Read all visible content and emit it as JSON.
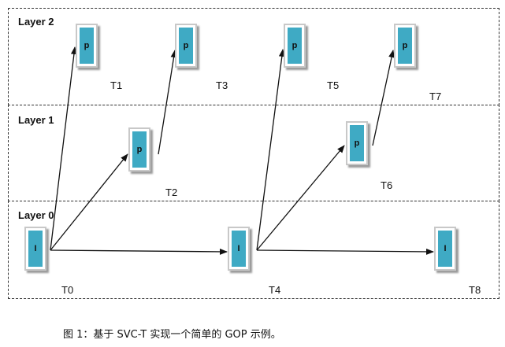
{
  "layers": {
    "layer2": "Layer 2",
    "layer1": "Layer 1",
    "layer0": "Layer 0"
  },
  "frames": {
    "f_t1": "p",
    "f_t3": "p",
    "f_t5": "p",
    "f_t7": "p",
    "f_t2": "p",
    "f_t6": "p",
    "f_t0": "I",
    "f_t4": "I",
    "f_t8": "I"
  },
  "time_labels": {
    "t0": "T0",
    "t1": "T1",
    "t2": "T2",
    "t3": "T3",
    "t4": "T4",
    "t5": "T5",
    "t6": "T6",
    "t7": "T7",
    "t8": "T8"
  },
  "caption": "图 1：基于 SVC-T 实现一个简单的 GOP 示例。",
  "colors": {
    "frame_fill": "#3faac4",
    "frame_border": "#c8c8c8"
  }
}
